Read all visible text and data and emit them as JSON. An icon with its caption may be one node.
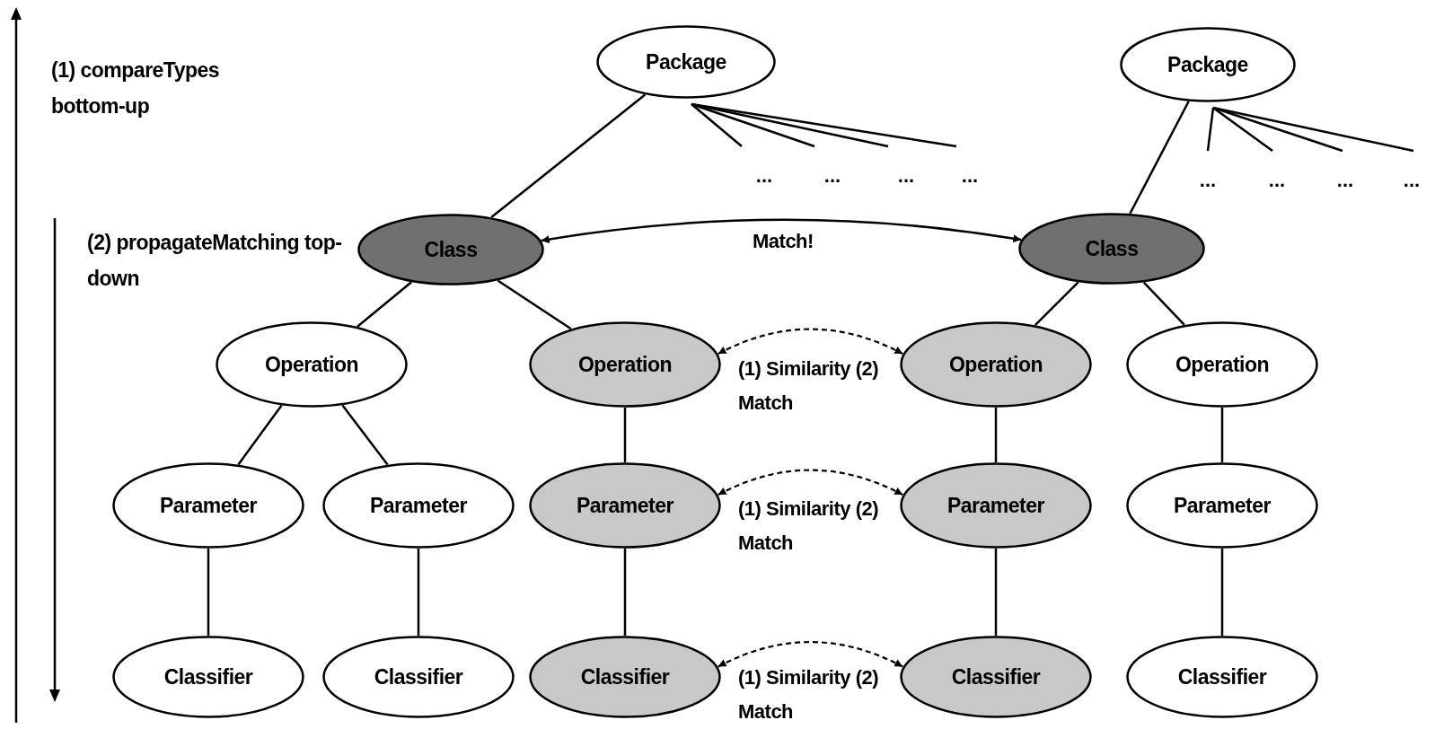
{
  "diagram": {
    "nodes": [
      {
        "text": [
          "Package"
        ]
      },
      {
        "text": [
          "Package"
        ]
      },
      {
        "text": [
          "..."
        ]
      },
      {
        "text": [
          "..."
        ]
      },
      {
        "text": [
          "..."
        ]
      },
      {
        "text": [
          "..."
        ]
      },
      {
        "text": [
          "..."
        ]
      },
      {
        "text": [
          "..."
        ]
      },
      {
        "text": [
          "..."
        ]
      },
      {
        "text": [
          "..."
        ]
      },
      {
        "text": [
          "Class"
        ]
      },
      {
        "text": [
          "Class"
        ]
      },
      {
        "text": [
          "Operation"
        ]
      },
      {
        "text": [
          "Operation"
        ]
      },
      {
        "text": [
          "Operation"
        ]
      },
      {
        "text": [
          "Operation"
        ]
      },
      {
        "text": [
          "Parameter"
        ]
      },
      {
        "text": [
          "Parameter"
        ]
      },
      {
        "text": [
          "Parameter"
        ]
      },
      {
        "text": [
          "Parameter"
        ]
      },
      {
        "text": [
          "Parameter"
        ]
      },
      {
        "text": [
          "Classifier"
        ]
      },
      {
        "text": [
          "Classifier"
        ]
      },
      {
        "text": [
          "Classifier"
        ]
      },
      {
        "text": [
          "Classifier"
        ]
      },
      {
        "text": [
          "Classifier"
        ]
      }
    ],
    "edges": [
      {
        "from": 0,
        "to": 10,
        "arrow": "none"
      },
      {
        "from": 0,
        "to": 2,
        "arrow": "none"
      },
      {
        "from": 0,
        "to": 3,
        "arrow": "none"
      },
      {
        "from": 0,
        "to": 4,
        "arrow": "none"
      },
      {
        "from": 0,
        "to": 5,
        "arrow": "none"
      },
      {
        "from": 1,
        "to": 11,
        "arrow": "none"
      },
      {
        "from": 1,
        "to": 6,
        "arrow": "none"
      },
      {
        "from": 1,
        "to": 7,
        "arrow": "none"
      },
      {
        "from": 1,
        "to": 8,
        "arrow": "none"
      },
      {
        "from": 1,
        "to": 9,
        "arrow": "none"
      },
      {
        "from": 10,
        "to": 11,
        "arrow": "both",
        "label": "Match!"
      },
      {
        "from": 10,
        "to": 12,
        "arrow": "none"
      },
      {
        "from": 10,
        "to": 13,
        "arrow": "none"
      },
      {
        "from": 11,
        "to": 14,
        "arrow": "none"
      },
      {
        "from": 11,
        "to": 15,
        "arrow": "none"
      },
      {
        "from": 13,
        "to": 14,
        "arrow": "both",
        "label": "(1) Similarity (2) Match",
        "style": "dashed"
      },
      {
        "from": 12,
        "to": 16,
        "arrow": "none"
      },
      {
        "from": 12,
        "to": 17,
        "arrow": "none"
      },
      {
        "from": 13,
        "to": 18,
        "arrow": "none"
      },
      {
        "from": 14,
        "to": 19,
        "arrow": "none"
      },
      {
        "from": 15,
        "to": 20,
        "arrow": "none"
      },
      {
        "from": 18,
        "to": 19,
        "arrow": "both",
        "label": "(1) Similarity (2) Match",
        "style": "dashed"
      },
      {
        "from": 16,
        "to": 21,
        "arrow": "none"
      },
      {
        "from": 17,
        "to": 22,
        "arrow": "none"
      },
      {
        "from": 18,
        "to": 23,
        "arrow": "none"
      },
      {
        "from": 19,
        "to": 24,
        "arrow": "none"
      },
      {
        "from": 20,
        "to": 25,
        "arrow": "none"
      },
      {
        "from": 23,
        "to": 24,
        "arrow": "both",
        "label": "(1) Similarity (2) Match",
        "style": "dashed"
      }
    ],
    "labels": [
      "(1) compareTypes bottom-up",
      "(2) propagateMatching top-down"
    ]
  }
}
